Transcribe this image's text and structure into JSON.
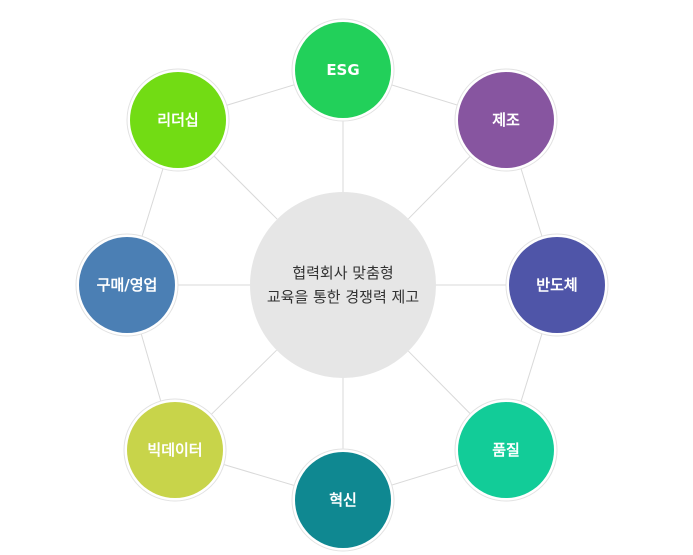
{
  "center": {
    "line1": "협력회사 맞춤형",
    "line2": "교육을 통한 경쟁력 제고"
  },
  "nodes": [
    {
      "id": "esg",
      "label": "ESG",
      "color": "#22d05a"
    },
    {
      "id": "manufacturing",
      "label": "제조",
      "color": "#8755a0"
    },
    {
      "id": "semiconductor",
      "label": "반도체",
      "color": "#4f55a8"
    },
    {
      "id": "quality",
      "label": "품질",
      "color": "#12cc98"
    },
    {
      "id": "innovation",
      "label": "혁신",
      "color": "#0f8891"
    },
    {
      "id": "bigdata",
      "label": "빅데이터",
      "color": "#c8d44a"
    },
    {
      "id": "purchasing-sales",
      "label": "구매/영업",
      "color": "#4b7fb4"
    },
    {
      "id": "leadership",
      "label": "리더십",
      "color": "#72dc14"
    }
  ],
  "colors": {
    "center_fill": "#e6e6e6",
    "line": "#d9d9d9"
  }
}
